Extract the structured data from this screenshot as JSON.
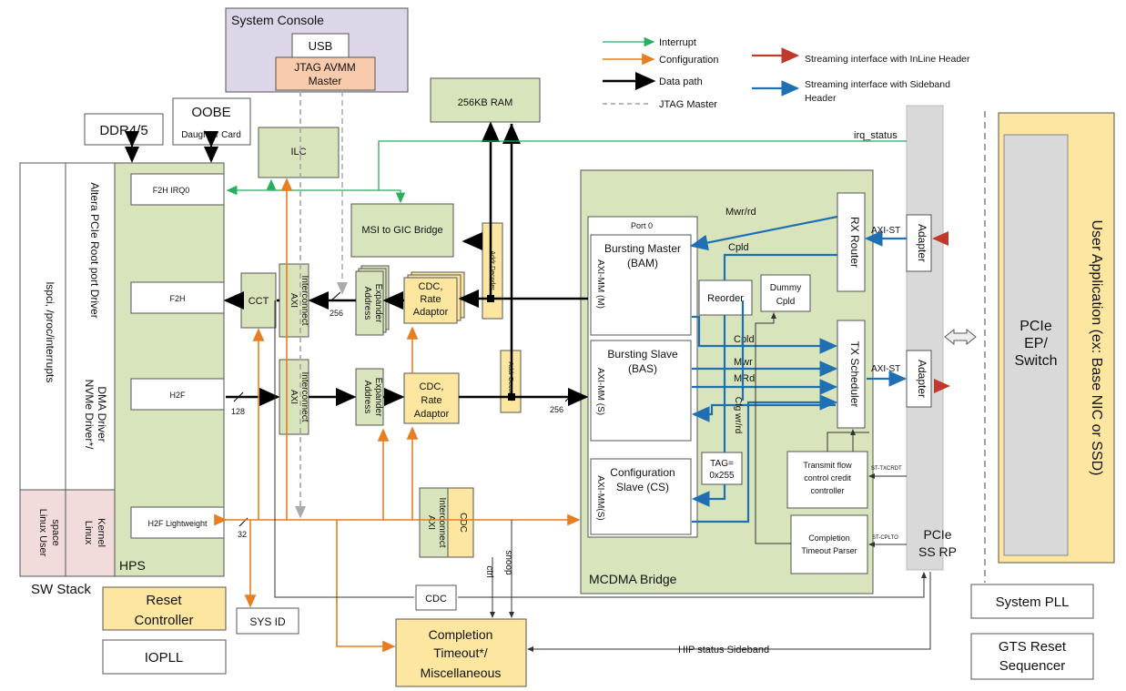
{
  "legend": {
    "interrupt": "Interrupt",
    "configuration": "Configuration",
    "data_path": "Data path",
    "jtag_master": "JTAG Master",
    "stream_inline": "Streaming interface with InLine Header",
    "stream_sideband_1": "Streaming interface with Sideband",
    "stream_sideband_2": "Header"
  },
  "system_console": {
    "title": "System Console",
    "usb": "USB",
    "jtag_1": "JTAG AVMM",
    "jtag_2": "Master"
  },
  "ram": "256KB RAM",
  "oobe": {
    "title": "OOBE",
    "sub": "Daughter Card"
  },
  "ddr": "DDR4/5",
  "ilc": "ILC",
  "irq_status": "irq_status",
  "msi": "MSI to GIC Bridge",
  "sw_stack": {
    "lspci": "lspci, /proc/interrupts",
    "root_driver": "Altera PCIe Root port Driver",
    "nvme_1": "NVMe Driver*/",
    "nvme_2": "DMA Driver",
    "linux_user_1": "Linux User",
    "linux_user_2": "space",
    "linux_kernel_1": "Linux",
    "linux_kernel_2": "Kernel",
    "label": "SW Stack"
  },
  "hps": {
    "label": "HPS",
    "f2h_irq": "F2H IRQ0",
    "f2h": "F2H",
    "h2f": "H2F",
    "h2f_lw": "H2F Lightweight"
  },
  "cct": "CCT",
  "axi_interconnect_1": "AXI",
  "axi_interconnect_2": "Interconnect",
  "addr_expander_1": "Address",
  "addr_expander_2": "Expander",
  "cdc_rate_1": "CDC,",
  "cdc_rate_2": "Rate",
  "cdc_rate_3": "Adaptor",
  "addr_decoder": "Addr Decoder",
  "cdc": "CDC",
  "widths": {
    "w256a": "256",
    "w128": "128",
    "w256b": "256",
    "w32": "32"
  },
  "mcdma": {
    "label": "MCDMA Bridge",
    "port0": "Port 0",
    "bam_1": "Bursting Master",
    "bam_2": "(BAM)",
    "bas_1": "Bursting Slave",
    "bas_2": "(BAS)",
    "cs_1": "Configuration",
    "cs_2": "Slave (CS)",
    "axi_mm_m": "AXI-MM (M)",
    "axi_mm_s": "AXI-MM (S)",
    "axi_mms": "AXI-MM(S)",
    "reorder": "Reorder",
    "dummy_1": "Dummy",
    "dummy_2": "Cpld",
    "tag_1": "TAG=",
    "tag_2": "0x255",
    "rx_router": "RX Router",
    "tx_scheduler": "TX Scheduler",
    "mwr_rd": "Mwr/rd",
    "cpld_a": "Cpld",
    "cpld_b": "Cpld",
    "mwr": "Mwr",
    "mrd": "MRd",
    "cfg_wr_rd": "Cfg wr/rd",
    "tx_flow_1": "Transmit flow",
    "tx_flow_2": "control credit",
    "tx_flow_3": "controller",
    "cto_parser_1": "Completion",
    "cto_parser_2": "Timeout Parser"
  },
  "axi_st_a": "AXI-ST",
  "axi_st_b": "AXI-ST",
  "adapter": "Adapter",
  "st_txcrdt": "ST-TXCRDT",
  "st_cplto": "ST-CPLTO",
  "pcie_rp_1": "PCIe",
  "pcie_rp_2": "SS RP",
  "user_app": "User Application (ex: Base NIC or SSD)",
  "pcie_ep_1": "PCIe",
  "pcie_ep_2": "EP/",
  "pcie_ep_3": "Switch",
  "system_pll": "System PLL",
  "gts_1": "GTS Reset",
  "gts_2": "Sequencer",
  "reset_1": "Reset",
  "reset_2": "Controller",
  "iopll": "IOPLL",
  "sys_id": "SYS ID",
  "completion_1": "Completion",
  "completion_2": "Timeout*/",
  "completion_3": "Miscellaneous",
  "ctrl": "ctrl",
  "snoop": "snoop",
  "hip_status": "HIP status Sideband"
}
